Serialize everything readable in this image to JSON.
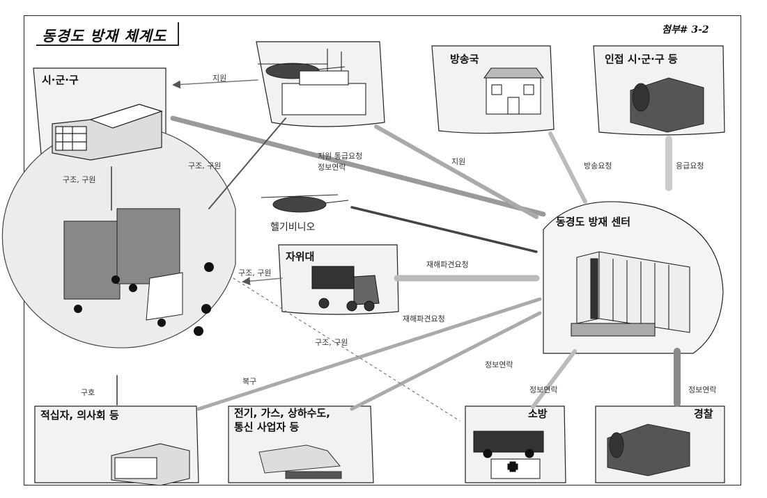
{
  "header": {
    "title": "동경도 방재 체계도",
    "attachment": "첨부# 3-2"
  },
  "nodes": {
    "sigungu": "시·군·구",
    "broadcast": "방송국",
    "adjacent": "인접 시·군·구 등",
    "helicopter": "헬기비니오",
    "sdf": "자위대",
    "center": "동경도 방재 센터",
    "redcross": "적십자, 의사회 등",
    "utility": "전기, 가스, 상하수도,\n통신 사업자 등",
    "fire": "소방",
    "police": "경찰"
  },
  "arrow_labels": {
    "support": "지원",
    "support_request": "지원 통급요청",
    "info_contact": "정보연락",
    "rescue_relief_1": "구조, 구원",
    "rescue_relief_2": "구조, 구원",
    "rescue_relief_3": "구조, 구원",
    "rescue_relief_4": "구조, 구원",
    "support_center": "지원",
    "broadcast_request": "방송요청",
    "emergency_request": "응급요청",
    "dispatch_request_1": "재해파견요청",
    "dispatch_request_2": "재해파견요청",
    "restore": "복구",
    "relief": "구호",
    "info_contact_2": "정보연락",
    "info_contact_fire": "정보연락",
    "info_contact_police": "정보연락"
  }
}
